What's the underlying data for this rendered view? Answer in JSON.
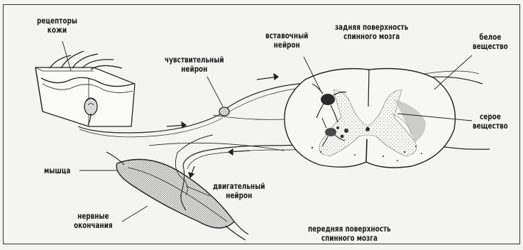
{
  "diagram": {
    "labels": {
      "skin_receptors": [
        "рецепторы",
        "кожи"
      ],
      "sensory_neuron": [
        "чувствительный",
        "нейрон"
      ],
      "interneuron": [
        "вставочный",
        "нейрон"
      ],
      "dorsal_surface": [
        "задняя поверхность",
        "спинного мозга"
      ],
      "white_matter": [
        "белое",
        "вещество"
      ],
      "gray_matter": [
        "серое",
        "вещество"
      ],
      "muscle": "мышца",
      "motor_neuron": [
        "двигательный",
        "нейрон"
      ],
      "nerve_endings": [
        "нервные",
        "окончания"
      ],
      "ventral_surface": [
        "передняя поверхность",
        "спинного мозга"
      ]
    }
  }
}
